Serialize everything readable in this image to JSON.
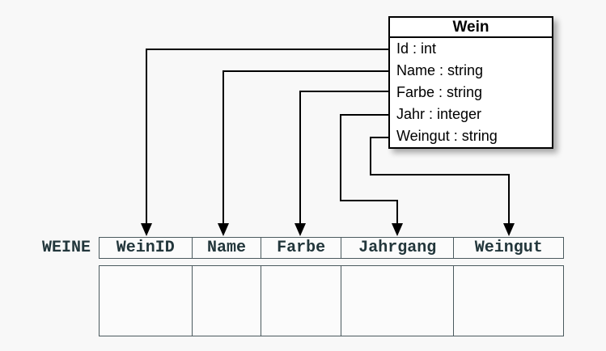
{
  "diagram": {
    "class_box": {
      "title": "Wein",
      "attributes": [
        "Id : int",
        "Name : string",
        "Farbe : string",
        "Jahr : integer",
        "Weingut : string"
      ]
    },
    "table": {
      "label": "WEINE",
      "columns": [
        "WeinID",
        "Name",
        "Farbe",
        "Jahrgang",
        "Weingut"
      ],
      "empty_body_row": true
    },
    "mappings": [
      {
        "from": "Id",
        "to": "WeinID"
      },
      {
        "from": "Name",
        "to": "Name"
      },
      {
        "from": "Farbe",
        "to": "Farbe"
      },
      {
        "from": "Jahr",
        "to": "Jahrgang"
      },
      {
        "from": "Weingut",
        "to": "Weingut"
      }
    ],
    "colors": {
      "background": "#f8f8f8",
      "arrow": "#000000",
      "table_border": "#4b5a5e",
      "table_text": "#22363b",
      "box_border": "#000000",
      "box_background": "#ffffff"
    }
  }
}
